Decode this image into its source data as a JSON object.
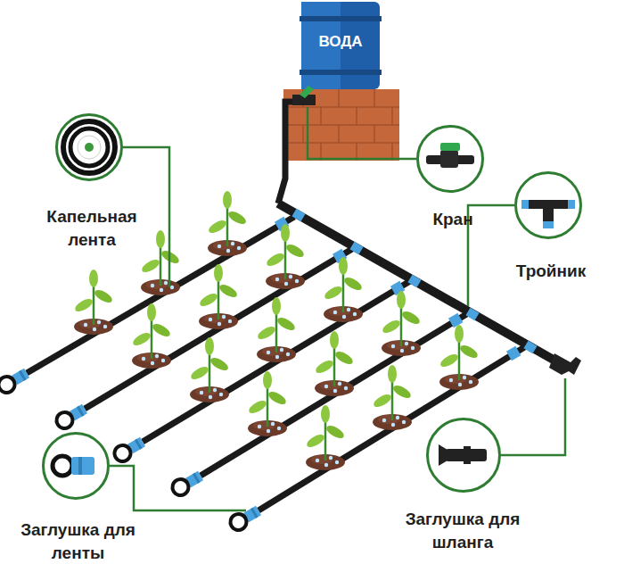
{
  "diagram": {
    "nodes": [
      {
        "text": [
          "ВОДА"
        ]
      },
      {
        "text": [
          "Капельная лента"
        ]
      },
      {
        "text": [
          "Кран"
        ]
      },
      {
        "text": [
          "Тройник"
        ]
      },
      {
        "text": [
          "Заглушка для ленты"
        ]
      },
      {
        "text": [
          "Заглушка для шланга"
        ]
      }
    ]
  }
}
